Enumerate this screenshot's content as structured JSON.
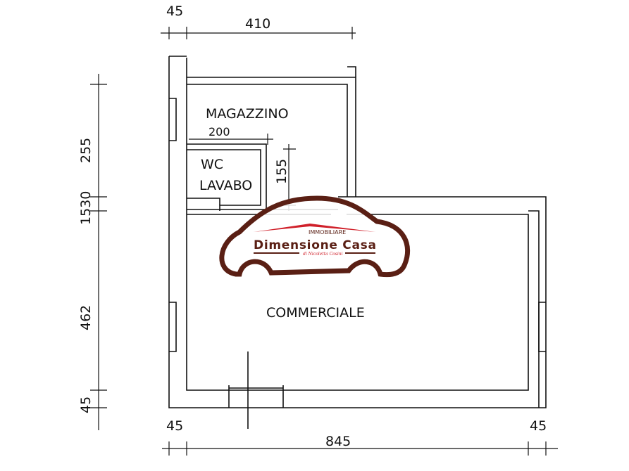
{
  "rooms": {
    "magazzino": "MAGAZZINO",
    "wc": "WC",
    "lavabo": "LAVABO",
    "commerciale": "COMMERCIALE"
  },
  "dimensions": {
    "top_left": "45",
    "top_width": "410",
    "wc_width": "200",
    "wc_height": "155",
    "left_upper": "255",
    "left_total": "1530",
    "left_lower": "462",
    "left_bottom": "45",
    "bottom_left": "45",
    "bottom_width": "845",
    "bottom_right": "45"
  },
  "logo": {
    "small": "IMMOBILIARE",
    "name": "Dimensione Casa",
    "tagline": "di Nicoletta Cosini",
    "colors": {
      "brown": "#5a1f14",
      "red": "#d0202a"
    }
  }
}
